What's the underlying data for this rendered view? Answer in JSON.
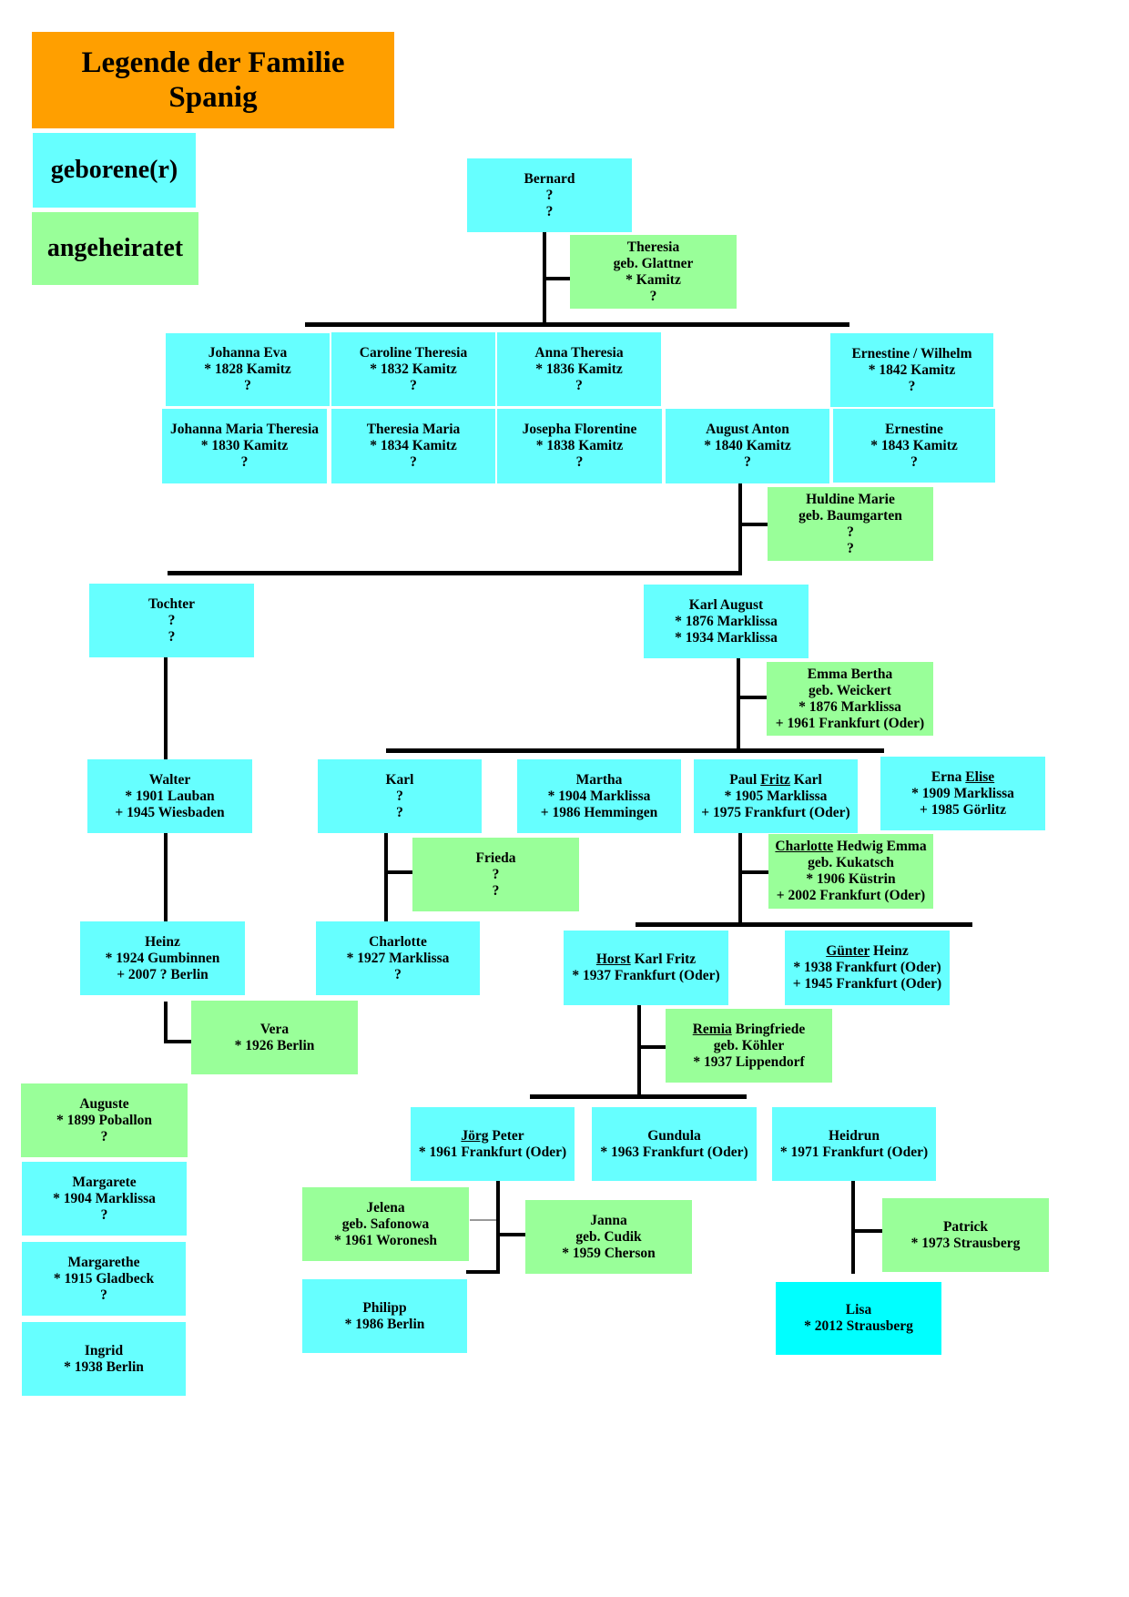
{
  "title": "Legende der Familie\nSpanig",
  "legend": {
    "born": "geborene(r)",
    "married_in": "angeheiratet"
  },
  "colors": {
    "born": "#66ffff",
    "married_in": "#99ff99",
    "title": "#ff9f00",
    "latest": "#00ffff"
  },
  "people": {
    "bernard": [
      "Bernard",
      "?",
      "?"
    ],
    "theresia": [
      "Theresia",
      "geb. Glattner",
      "* Kamitz",
      "?"
    ],
    "johanna_eva": [
      "Johanna Eva",
      "* 1828 Kamitz",
      "?"
    ],
    "caroline": [
      "Caroline Theresia",
      "* 1832 Kamitz",
      "?"
    ],
    "anna": [
      "Anna Theresia",
      "* 1836 Kamitz",
      "?"
    ],
    "ernestine_wilhelm": [
      "Ernestine / Wilhelm",
      "* 1842 Kamitz",
      "?"
    ],
    "johanna_maria": [
      "Johanna Maria Theresia",
      "* 1830 Kamitz",
      "?"
    ],
    "theresia_maria": [
      "Theresia Maria",
      "* 1834 Kamitz",
      "?"
    ],
    "josepha": [
      "Josepha Florentine",
      "* 1838 Kamitz",
      "?"
    ],
    "august_anton": [
      "August Anton",
      "* 1840 Kamitz",
      "?"
    ],
    "ernestine": [
      "Ernestine",
      "* 1843 Kamitz",
      "?"
    ],
    "huldine": [
      "Huldine Marie",
      "geb. Baumgarten",
      "?",
      "?"
    ],
    "tochter": [
      "Tochter",
      "?",
      "?"
    ],
    "karl_august": [
      "Karl August",
      "* 1876 Marklissa",
      "* 1934 Marklissa"
    ],
    "emma": [
      "Emma Bertha",
      "geb. Weickert",
      "* 1876 Marklissa",
      "+ 1961 Frankfurt (Oder)"
    ],
    "walter": [
      "Walter",
      "* 1901 Lauban",
      "+ 1945 Wiesbaden"
    ],
    "karl": [
      "Karl",
      "?",
      "?"
    ],
    "martha": [
      "Martha",
      "* 1904 Marklissa",
      "+ 1986 Hemmingen"
    ],
    "paul": {
      "pre": "Paul ",
      "u": "Fritz",
      "post": " Karl",
      "l2": "* 1905 Marklissa",
      "l3": "+ 1975 Frankfurt (Oder)"
    },
    "erna": {
      "pre": "Erna ",
      "u": "Elise",
      "post": "",
      "l2": "* 1909 Marklissa",
      "l3": "+ 1985 Görlitz"
    },
    "frieda": [
      "Frieda",
      "?",
      "?"
    ],
    "charlotte_h": {
      "pre": "",
      "u": "Charlotte",
      "post": " Hedwig Emma",
      "l2": "geb. Kukatsch",
      "l3": "* 1906 Küstrin",
      "l4": "+ 2002 Frankfurt (Oder)"
    },
    "heinz": [
      "Heinz",
      "* 1924 Gumbinnen",
      "+ 2007 ? Berlin"
    ],
    "charlotte": [
      "Charlotte",
      "* 1927 Marklissa",
      "?"
    ],
    "horst": {
      "pre": "",
      "u": "Horst",
      "post": " Karl Fritz",
      "l2": "* 1937 Frankfurt (Oder)"
    },
    "guenter": {
      "pre": "",
      "u": "Günter",
      "post": " Heinz",
      "l2": "* 1938 Frankfurt (Oder)",
      "l3": "+ 1945 Frankfurt (Oder)"
    },
    "vera": [
      "Vera",
      "* 1926 Berlin"
    ],
    "remia": {
      "pre": "",
      "u": "Remia",
      "post": " Bringfriede",
      "l2": "geb. Köhler",
      "l3": "* 1937 Lippendorf"
    },
    "auguste": [
      "Auguste",
      "* 1899 Poballon",
      "?"
    ],
    "joerg": {
      "pre": "",
      "u": "Jörg",
      "post": " Peter",
      "l2": "* 1961 Frankfurt (Oder)"
    },
    "gundula": [
      "Gundula",
      "* 1963 Frankfurt (Oder)"
    ],
    "heidrun": [
      "Heidrun",
      "* 1971 Frankfurt (Oder)"
    ],
    "margarete": [
      "Margarete",
      "* 1904 Marklissa",
      "?"
    ],
    "jelena": [
      "Jelena",
      "geb. Safonowa",
      "* 1961 Woronesh"
    ],
    "janna": [
      "Janna",
      "geb. Cudik",
      "* 1959 Cherson"
    ],
    "patrick": [
      "Patrick",
      "* 1973 Strausberg"
    ],
    "margarethe": [
      "Margarethe",
      "* 1915 Gladbeck",
      "?"
    ],
    "philipp": [
      "Philipp",
      "* 1986 Berlin"
    ],
    "lisa": [
      "Lisa",
      "* 2012 Strausberg"
    ],
    "ingrid": [
      "Ingrid",
      "* 1938 Berlin"
    ]
  }
}
